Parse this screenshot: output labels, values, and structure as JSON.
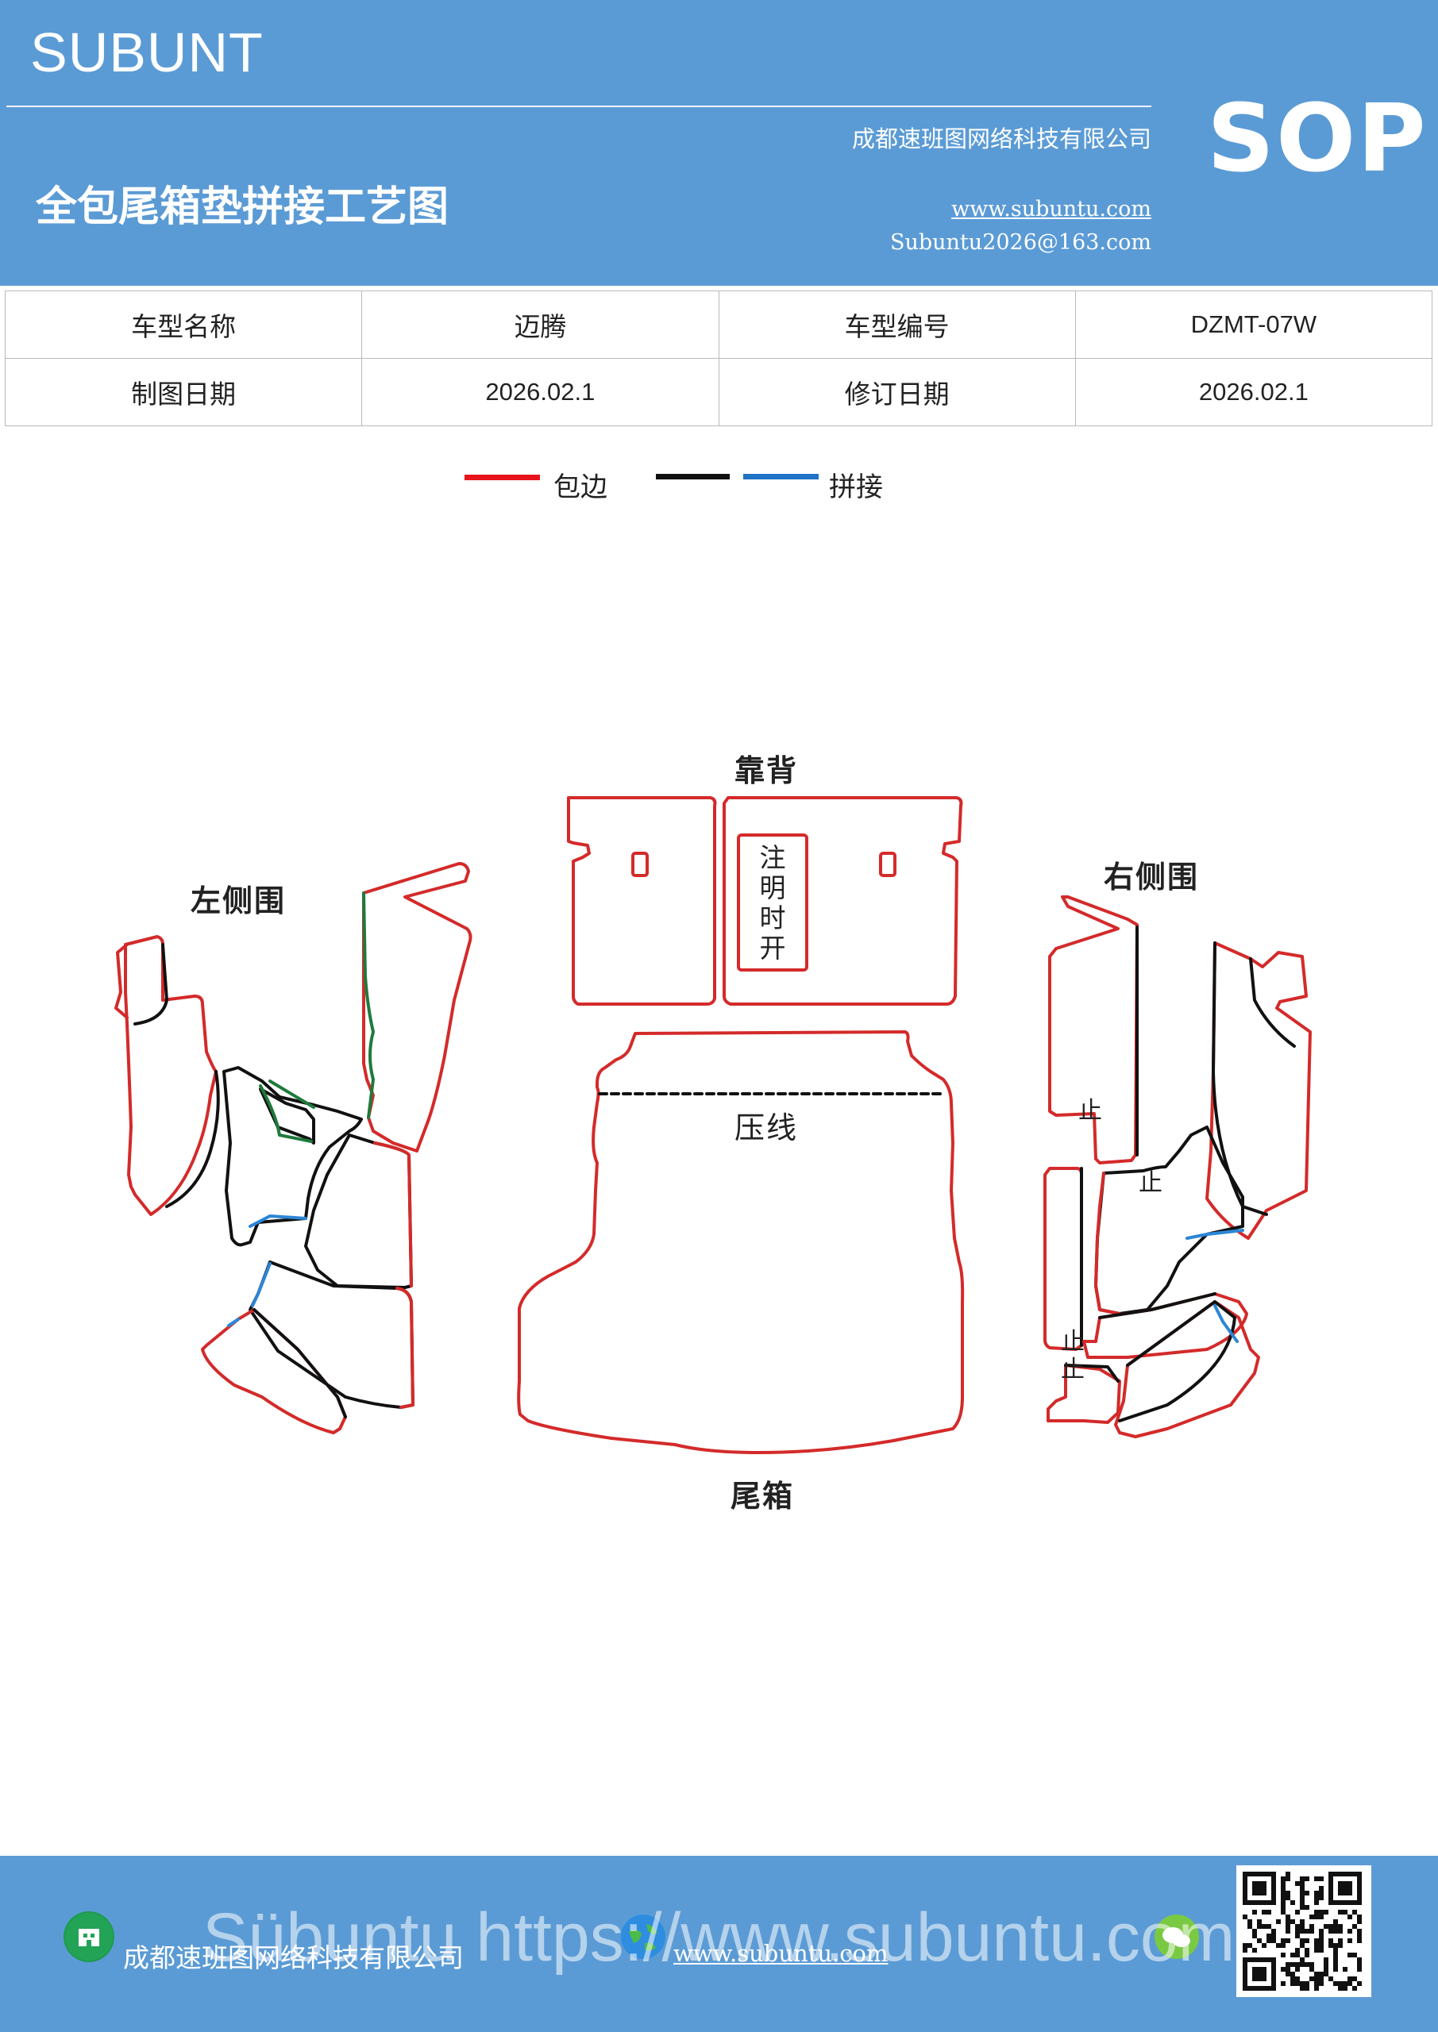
{
  "header": {
    "brand": "SUBUNT",
    "company": "成都速班图网络科技有限公司",
    "title": "全包尾箱垫拼接工艺图",
    "website": "www.subuntu.com",
    "email": "Subuntu2026@163.com",
    "badge": "SOP"
  },
  "info_table": {
    "rows": [
      [
        "车型名称",
        "迈腾",
        "车型编号",
        "DZMT-07W"
      ],
      [
        "制图日期",
        "2026.02.1",
        "修订日期",
        "2026.02.1"
      ]
    ]
  },
  "legend": [
    {
      "color": "#e8141b",
      "label": "包边"
    },
    {
      "color": "#111111",
      "label": ""
    },
    {
      "color": "#1f73c4",
      "label": "拼接"
    }
  ],
  "diagram": {
    "labels": {
      "backrest": "靠背",
      "left_side": "左侧围",
      "right_side": "右侧围",
      "press_line": "压线",
      "trunk": "尾箱"
    },
    "note_vertical": "注明时开",
    "stop_mark": "止",
    "colors": {
      "edge": "#d42a2a",
      "seam": "#111111",
      "splice": "#2b86d6",
      "green": "#1e7a3c"
    }
  },
  "footer": {
    "company": "成都速班图网络科技有限公司",
    "website": "www.subuntu.com",
    "watermark": "Sübuntu https://www.subuntu.com"
  }
}
